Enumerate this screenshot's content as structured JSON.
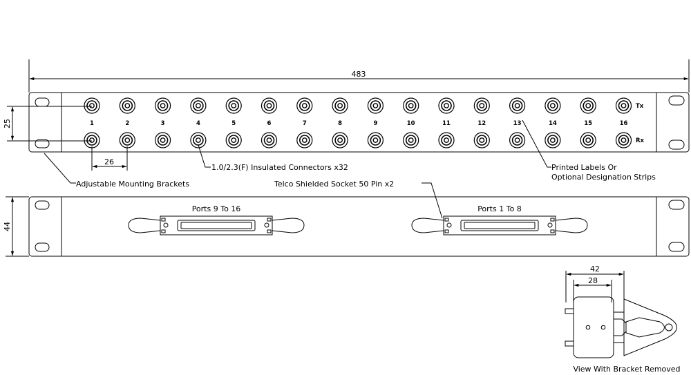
{
  "dimensions": {
    "overall_width": "483",
    "row_spacing": "25",
    "port_pitch": "26",
    "panel_height": "44",
    "body_depth": "42",
    "inner_depth": "28"
  },
  "front_panel": {
    "port_numbers": [
      "1",
      "2",
      "3",
      "4",
      "5",
      "6",
      "7",
      "8",
      "9",
      "10",
      "11",
      "12",
      "13",
      "14",
      "15",
      "16"
    ],
    "tx_label": "Tx",
    "rx_label": "Rx"
  },
  "callouts": {
    "connectors": "1.0/2.3(F) Insulated Connectors x32",
    "labels_line1": "Printed Labels Or",
    "labels_line2": "Optional Designation Strips",
    "brackets": "Adjustable Mounting Brackets",
    "telco": "Telco Shielded Socket 50 Pin x2"
  },
  "rear_panel": {
    "left_connector_label": "Ports 9 To 16",
    "right_connector_label": "Ports 1 To 8"
  },
  "side_view": {
    "caption": "View With Bracket Removed"
  }
}
